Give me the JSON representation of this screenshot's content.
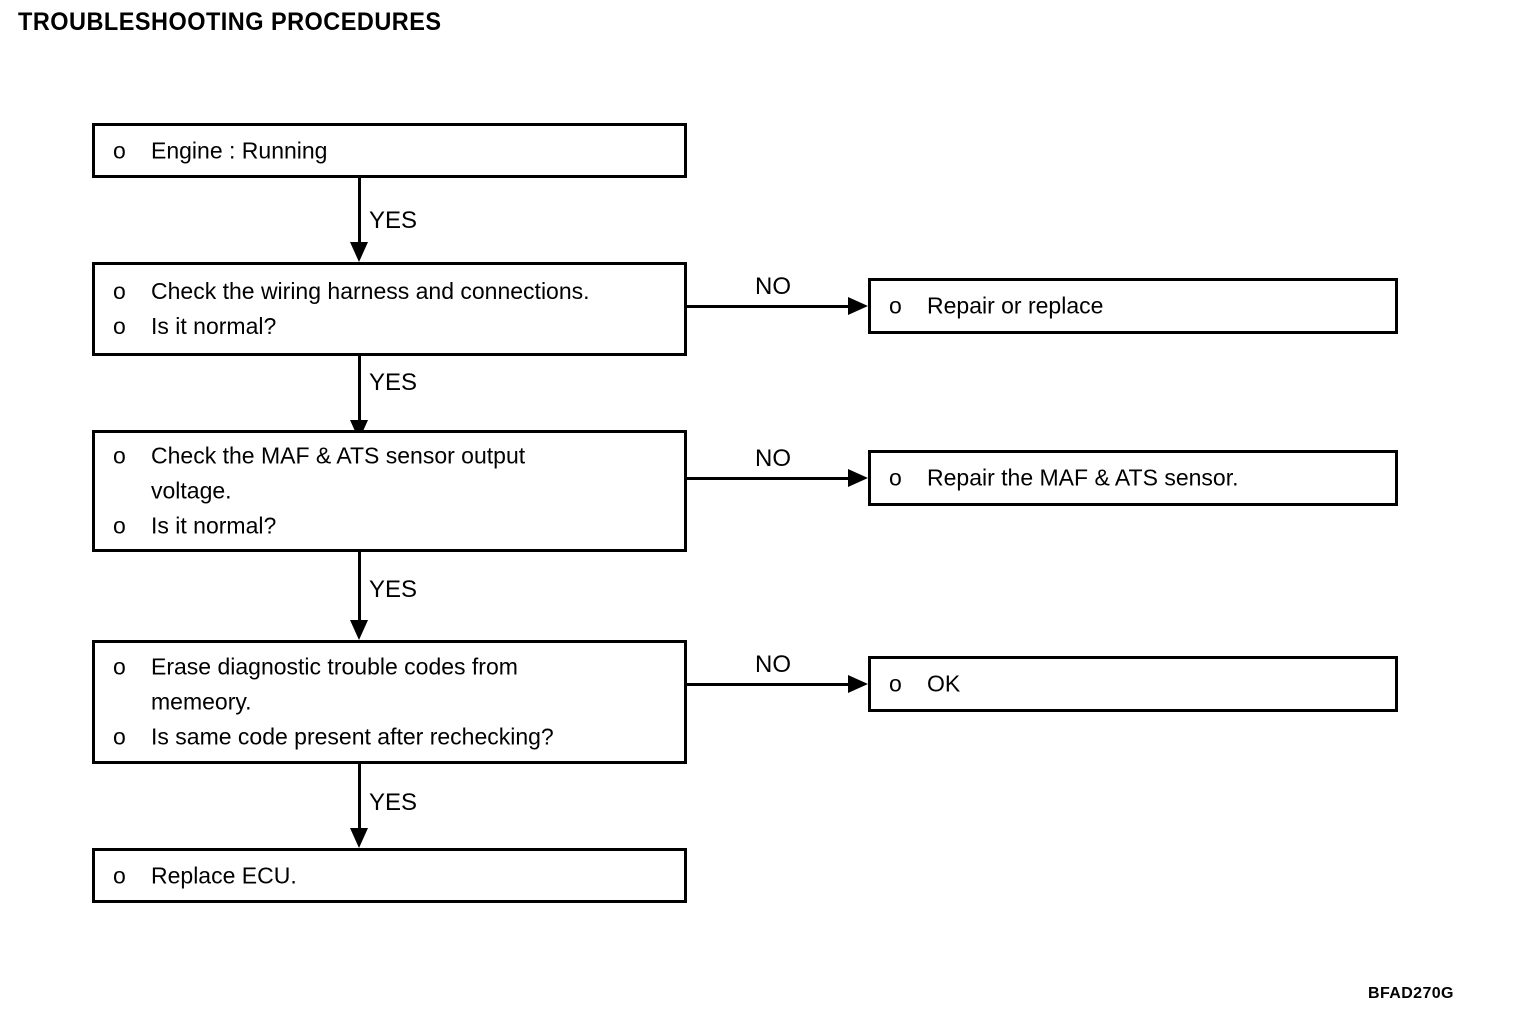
{
  "page": {
    "title": "TROUBLESHOOTING PROCEDURES",
    "figure_code": "BFAD270G",
    "bullet_marker": "o",
    "colors": {
      "background": "#ffffff",
      "ink": "#000000"
    }
  },
  "flow": {
    "steps": [
      {
        "id": "engine-running",
        "lines": [
          {
            "bullet": "o",
            "text": "Engine : Running"
          }
        ]
      },
      {
        "id": "check-wiring-harness",
        "lines": [
          {
            "bullet": "o",
            "text": "Check the wiring harness and connections."
          },
          {
            "bullet": "o",
            "text": "Is it normal?"
          }
        ]
      },
      {
        "id": "check-maf-ats-voltage",
        "lines": [
          {
            "bullet": "o",
            "text": "Check the MAF & ATS sensor output"
          },
          {
            "bullet": "",
            "text": "voltage."
          },
          {
            "bullet": "o",
            "text": "Is it normal?"
          }
        ]
      },
      {
        "id": "erase-dtc",
        "lines": [
          {
            "bullet": "o",
            "text": "Erase diagnostic trouble codes from"
          },
          {
            "bullet": "",
            "text": "memeory."
          },
          {
            "bullet": "o",
            "text": "Is same code present after rechecking?"
          }
        ]
      },
      {
        "id": "replace-ecu",
        "lines": [
          {
            "bullet": "o",
            "text": "Replace ECU."
          }
        ]
      }
    ],
    "outcomes": [
      {
        "id": "repair-or-replace",
        "lines": [
          {
            "bullet": "o",
            "text": "Repair or replace"
          }
        ]
      },
      {
        "id": "repair-maf-ats-sensor",
        "lines": [
          {
            "bullet": "o",
            "text": "Repair the MAF & ATS sensor."
          }
        ]
      },
      {
        "id": "ok",
        "lines": [
          {
            "bullet": "o",
            "text": "OK"
          }
        ]
      }
    ],
    "edges": {
      "yes_1": "YES",
      "yes_2": "YES",
      "yes_3": "YES",
      "yes_4": "YES",
      "no_1": "NO",
      "no_2": "NO",
      "no_3": "NO"
    }
  }
}
